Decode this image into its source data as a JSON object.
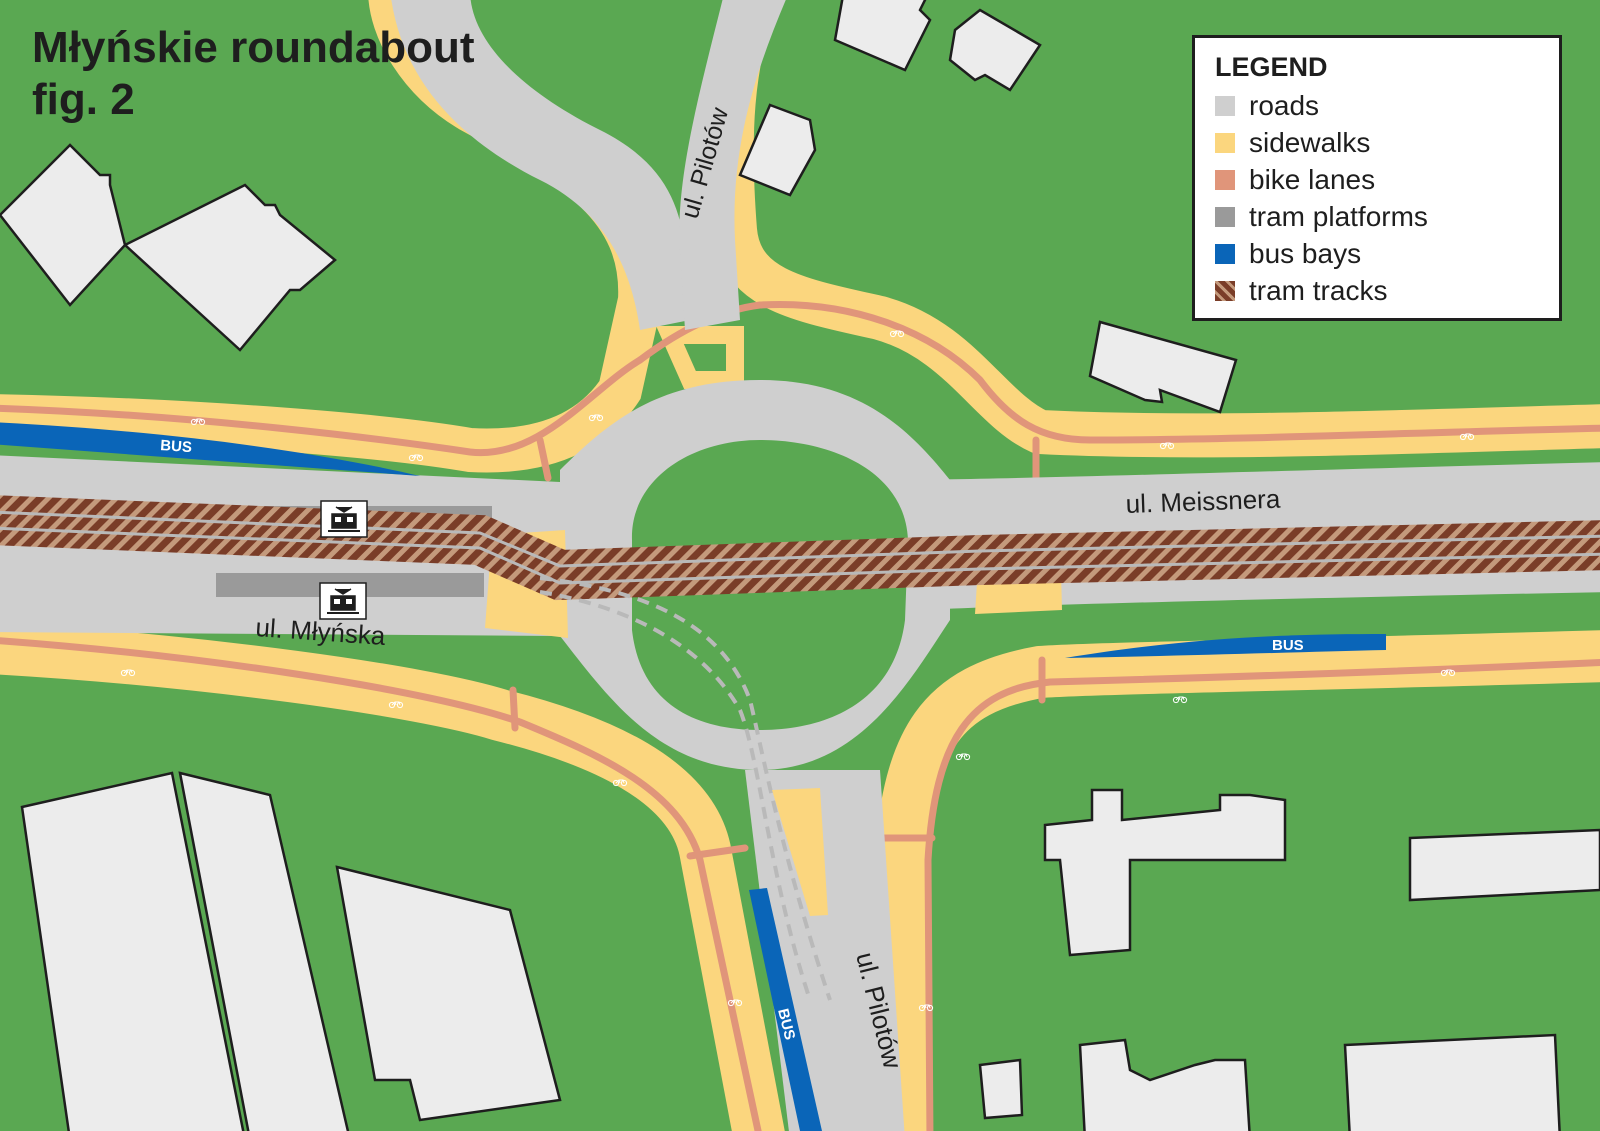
{
  "title": {
    "line1": "Młyńskie roundabout",
    "line2": "fig. 2"
  },
  "legend": {
    "heading": "LEGEND",
    "items": [
      {
        "label": "roads",
        "color": "#cfcfcf"
      },
      {
        "label": "sidewalks",
        "color": "#fbd67e"
      },
      {
        "label": "bike lanes",
        "color": "#e0957a"
      },
      {
        "label": "tram platforms",
        "color": "#9a9a9a"
      },
      {
        "label": "bus bays",
        "color": "#0a65b8"
      },
      {
        "label": "tram tracks",
        "color": "#7a3d28"
      }
    ]
  },
  "street_labels": {
    "pilotow_north": "ul. Pilotów",
    "meissnera": "ul. Meissnera",
    "mlynska": "ul. Młyńska",
    "pilotow_south": "ul. Pilotów"
  },
  "bus_bays": {
    "west": "BUS",
    "east": "BUS",
    "south": "BUS"
  },
  "colors": {
    "grass": "#5aa852",
    "building": "#ececec",
    "building_outline": "#1e1e1e",
    "road": "#cfcfcf",
    "sidewalk": "#fbd67e",
    "bike_lane": "#e0957a",
    "platform": "#9a9a9a",
    "bus_bay": "#0a65b8",
    "track": "#7a3d28",
    "track_light": "#c49a7c",
    "rail": "#b9b9b9"
  },
  "icons": [
    "tram-stop-icon",
    "bicycle-marking-icon"
  ]
}
